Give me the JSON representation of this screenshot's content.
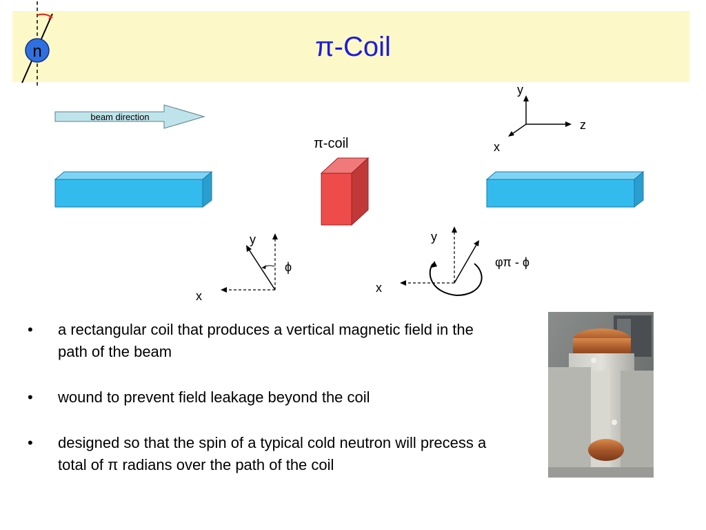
{
  "title": "π-Coil",
  "neutron_label": "n",
  "beam_label": "beam direction",
  "coil_label": "π-coil",
  "axes_top": {
    "y": "y",
    "z": "z",
    "x": "x"
  },
  "axes_left": {
    "y": "y",
    "x": "x",
    "angle": "ϕ"
  },
  "axes_right": {
    "y": "y",
    "x": "x",
    "angle": "φπ - ϕ"
  },
  "bullets": [
    "a rectangular coil that produces a vertical magnetic field in the path of the beam",
    "wound to prevent field leakage beyond the coil",
    "designed so that the spin of a typical cold neutron will precess a total of π radians over the path of the coil"
  ],
  "bullet_symbol": "•",
  "colors": {
    "title": "#1c1ce0",
    "guide": "#33bbee",
    "coil": "#ee4b4b",
    "title_bg": "#fdf8c8",
    "arrow": "#bfe3ea"
  }
}
